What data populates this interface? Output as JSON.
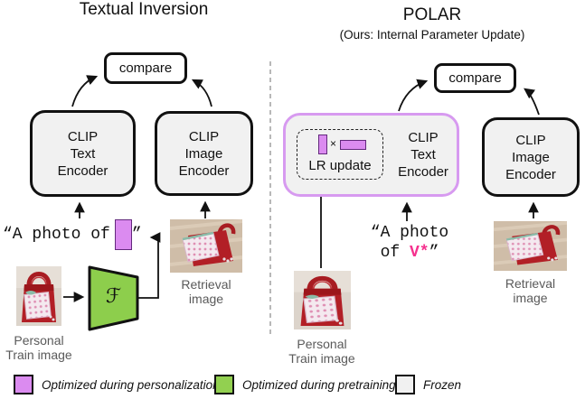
{
  "left": {
    "title": "Textual Inversion",
    "compare_label": "compare",
    "text_encoder": [
      "CLIP",
      "Text",
      "Encoder"
    ],
    "image_encoder": [
      "CLIP",
      "Image",
      "Encoder"
    ],
    "prompt_prefix": "“A photo of",
    "prompt_suffix": "”",
    "mapper_symbol": "ℱ",
    "personal_image_label": [
      "Personal",
      "Train image"
    ],
    "retrieval_image_label": [
      "Retrieval",
      "image"
    ]
  },
  "right": {
    "title": "POLAR",
    "subtitle": "(Ours: Internal Parameter Update)",
    "compare_label": "compare",
    "lr_update_label": "LR update",
    "multiply_symbol": "×",
    "text_encoder": [
      "CLIP",
      "Text",
      "Encoder"
    ],
    "image_encoder": [
      "CLIP",
      "Image",
      "Encoder"
    ],
    "prompt_line1": "“A photo",
    "prompt_line2_prefix": "of ",
    "prompt_token": "V*",
    "prompt_line2_suffix": "”",
    "personal_image_label": [
      "Personal",
      "Train image"
    ],
    "retrieval_image_label": [
      "Retrieval",
      "image"
    ]
  },
  "legend": {
    "items": [
      {
        "label": "Optimized during personalization",
        "color": "#db8bf0"
      },
      {
        "label": "Optimized during pretraining",
        "color": "#92d050"
      },
      {
        "label": "Frozen",
        "color": "#f1f1f1"
      }
    ]
  },
  "colors": {
    "personalization_fill": "#db8bf0",
    "personalization_border": "#63297d",
    "pretraining_fill": "#8dce4c",
    "frozen_fill": "#f1f1f1",
    "polar_box_border": "#d79af0",
    "token_pink": "#f5318e"
  }
}
